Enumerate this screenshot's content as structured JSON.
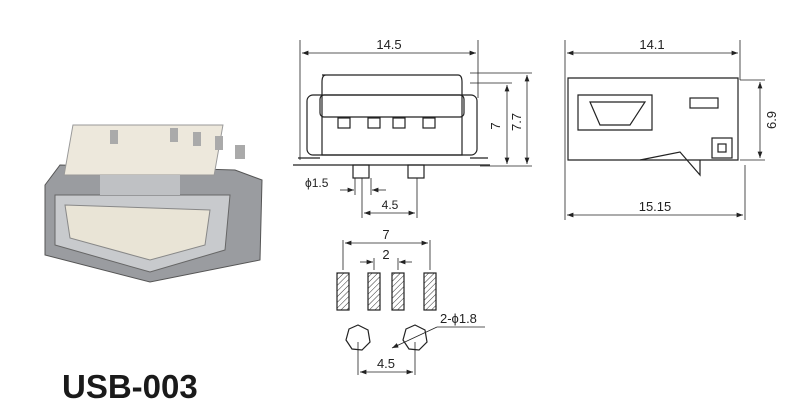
{
  "product": {
    "model": "USB-003"
  },
  "front_view": {
    "width_dim": "14.5",
    "height_inner_dim": "7",
    "height_outer_dim": "7.7",
    "pin_dia_dim": "ϕ1.5",
    "pin_pitch_dim": "4.5"
  },
  "side_view": {
    "top_length_dim": "14.1",
    "height_dim": "6.9",
    "bottom_length_dim": "15.15"
  },
  "footprint": {
    "outer_pad_span_dim": "7",
    "inner_pad_pitch_dim": "2",
    "hole_dim": "2-ϕ1.8",
    "hole_pitch_dim": "4.5"
  }
}
